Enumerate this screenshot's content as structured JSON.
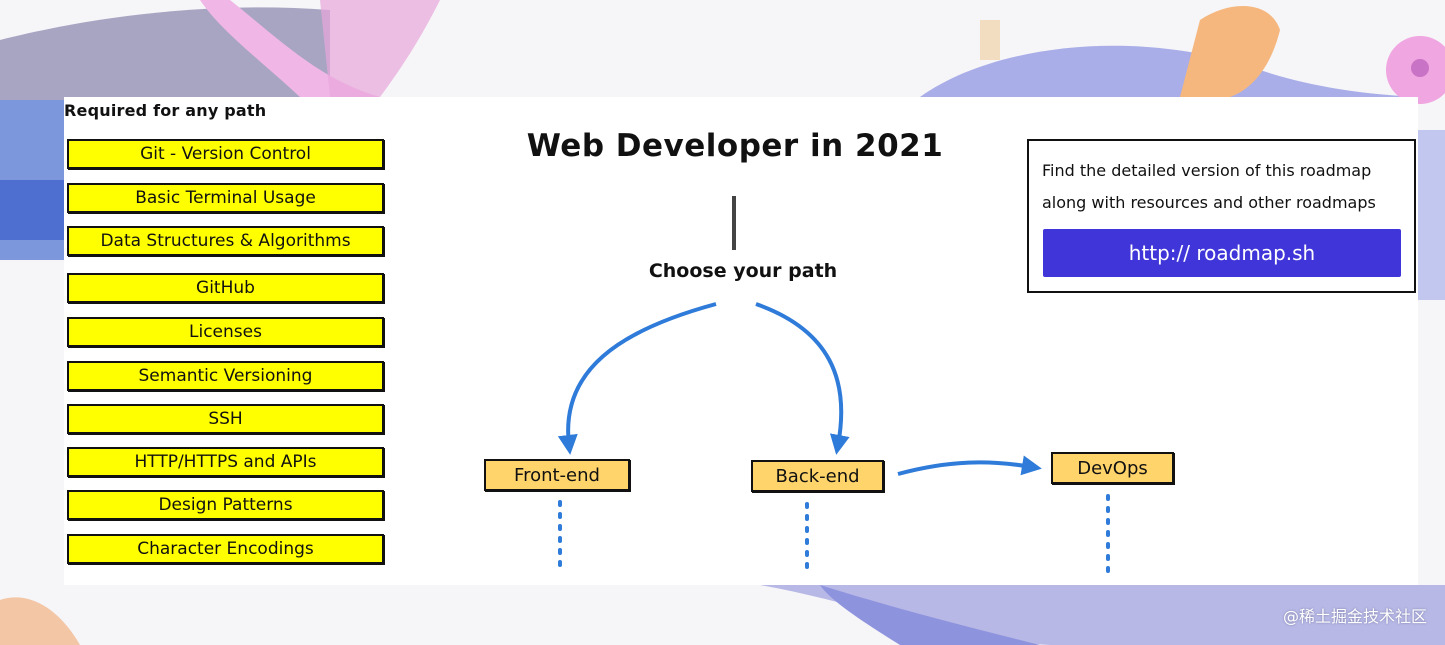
{
  "required": {
    "title": "Required for any path",
    "items": [
      "Git - Version Control",
      "Basic Terminal Usage",
      "Data Structures & Algorithms",
      "GitHub",
      "Licenses",
      "Semantic Versioning",
      "SSH",
      "HTTP/HTTPS and APIs",
      "Design Patterns",
      "Character Encodings"
    ]
  },
  "main": {
    "title": "Web Developer in 2021",
    "choose_label": "Choose your path",
    "paths": {
      "frontend": "Front-end",
      "backend": "Back-end",
      "devops": "DevOps"
    }
  },
  "info": {
    "line1": "Find the detailed version of this roadmap",
    "line2": "along with resources and other roadmaps",
    "link_label": "http:// roadmap.sh"
  },
  "watermark": "@稀土掘金技术社区",
  "colors": {
    "item_fill": "#ffff00",
    "path_fill": "#ffd46b",
    "link_fill": "#3f35d8",
    "arrow": "#2f7bd9"
  }
}
